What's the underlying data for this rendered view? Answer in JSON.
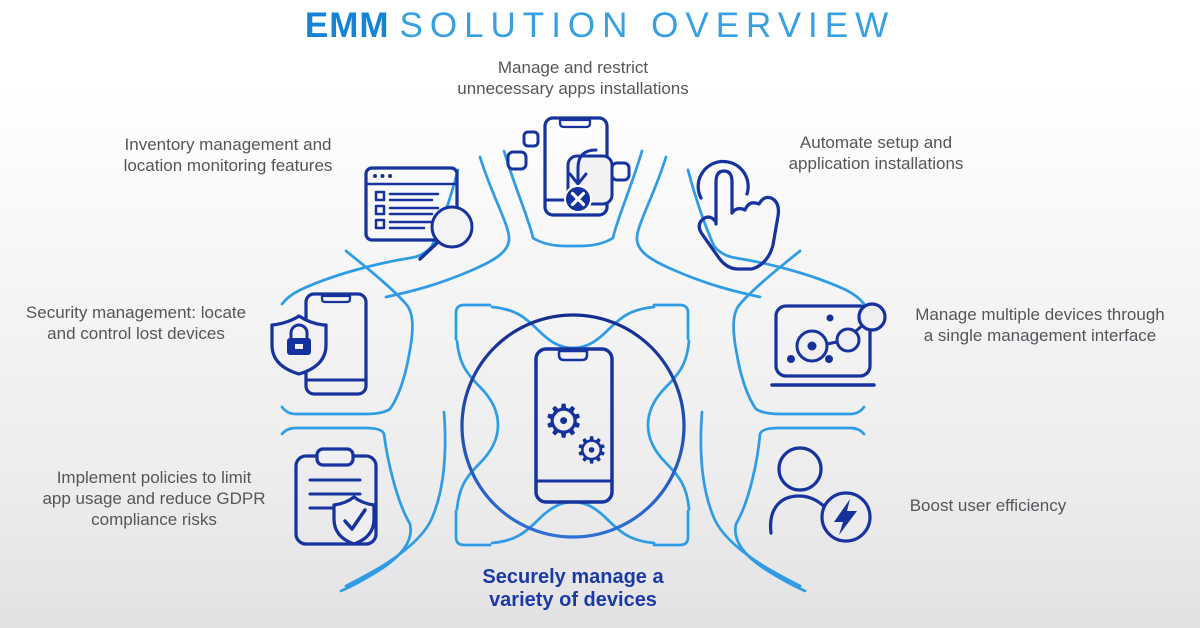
{
  "title": {
    "brand": "EMM",
    "rest": "SOLUTION OVERVIEW"
  },
  "center": {
    "icon": "smartphone-gears-icon",
    "caption_lines": [
      "Securely manage a",
      "variety of devices"
    ]
  },
  "features": [
    {
      "id": "manage-apps",
      "icon": "phone-block-install-icon",
      "lines": [
        "Manage and restrict",
        "unnecessary apps installations"
      ]
    },
    {
      "id": "inventory",
      "icon": "inventory-search-icon",
      "lines": [
        "Inventory management and",
        "location monitoring features"
      ]
    },
    {
      "id": "automate",
      "icon": "tap-hand-icon",
      "lines": [
        "Automate setup and",
        "application installations"
      ]
    },
    {
      "id": "security",
      "icon": "phone-shield-lock-icon",
      "lines": [
        "Security management: locate",
        "and control lost devices"
      ]
    },
    {
      "id": "multi-device",
      "icon": "console-network-icon",
      "lines": [
        "Manage multiple devices through",
        "a single management interface"
      ]
    },
    {
      "id": "policies",
      "icon": "clipboard-shield-check-icon",
      "lines": [
        "Implement policies to limit",
        "app usage and reduce GDPR",
        "compliance risks"
      ]
    },
    {
      "id": "efficiency",
      "icon": "user-bolt-icon",
      "lines": [
        "Boost user efficiency"
      ]
    }
  ],
  "colors": {
    "navy": "#16339e",
    "light_blue": "#2f9ce5",
    "title_brand": "#1583d6",
    "title_rest": "#36a0e2",
    "text_gray": "#55565a",
    "caption_navy": "#1b3aa5"
  }
}
